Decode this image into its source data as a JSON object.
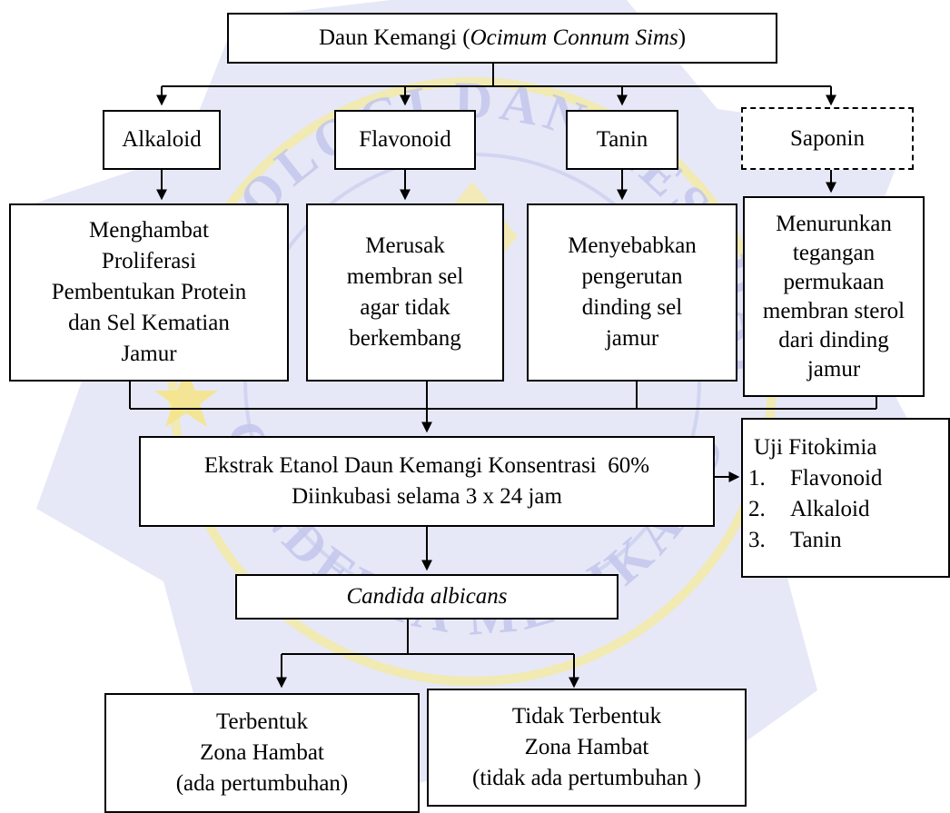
{
  "root": {
    "label_prefix": "Daun Kemangi (",
    "label_italic": "Ocimum Connum Sims",
    "label_suffix": ")"
  },
  "compounds": [
    {
      "name": "Alkaloid",
      "effect": "Menghambat\nProliferasi\nPembentukan Protein\ndan Sel Kematian\nJamur"
    },
    {
      "name": "Flavonoid",
      "effect": "Merusak\nmembran sel\nagar tidak\nberkembang"
    },
    {
      "name": "Tanin",
      "effect": "Menyebabkan\npengerutan\ndinding sel\njamur"
    },
    {
      "name": "Saponin",
      "effect": "Menurunkan\ntegangan\npermukaan\nmembran sterol\ndari dinding\njamur"
    }
  ],
  "extract": {
    "line1": "Ekstrak Etanol Daun Kemangi Konsentrasi  60%",
    "line2": "Diinkubasi selama 3 x 24 jam"
  },
  "uji": {
    "title": "Uji Fitokimia",
    "items": [
      {
        "num": "1.",
        "text": "Flavonoid"
      },
      {
        "num": "2.",
        "text": "Alkaloid"
      },
      {
        "num": "3.",
        "text": "Tanin"
      }
    ]
  },
  "organism": "Candida albicans",
  "outcomes": [
    "Terbentuk\nZona Hambat\n(ada pertumbuhan)",
    "Tidak Terbentuk\nZona Hambat\n(tidak ada pertumbuhan )"
  ],
  "watermark": {
    "text_upper": "TEKNOLOGI DAN KESEHATAN",
    "text_lower": "CENDEKIA MEDIKA JOMBANG",
    "color_fill": "#d9dcf3",
    "color_text": "#bfc3ec",
    "color_accent": "#f7ec9a"
  }
}
